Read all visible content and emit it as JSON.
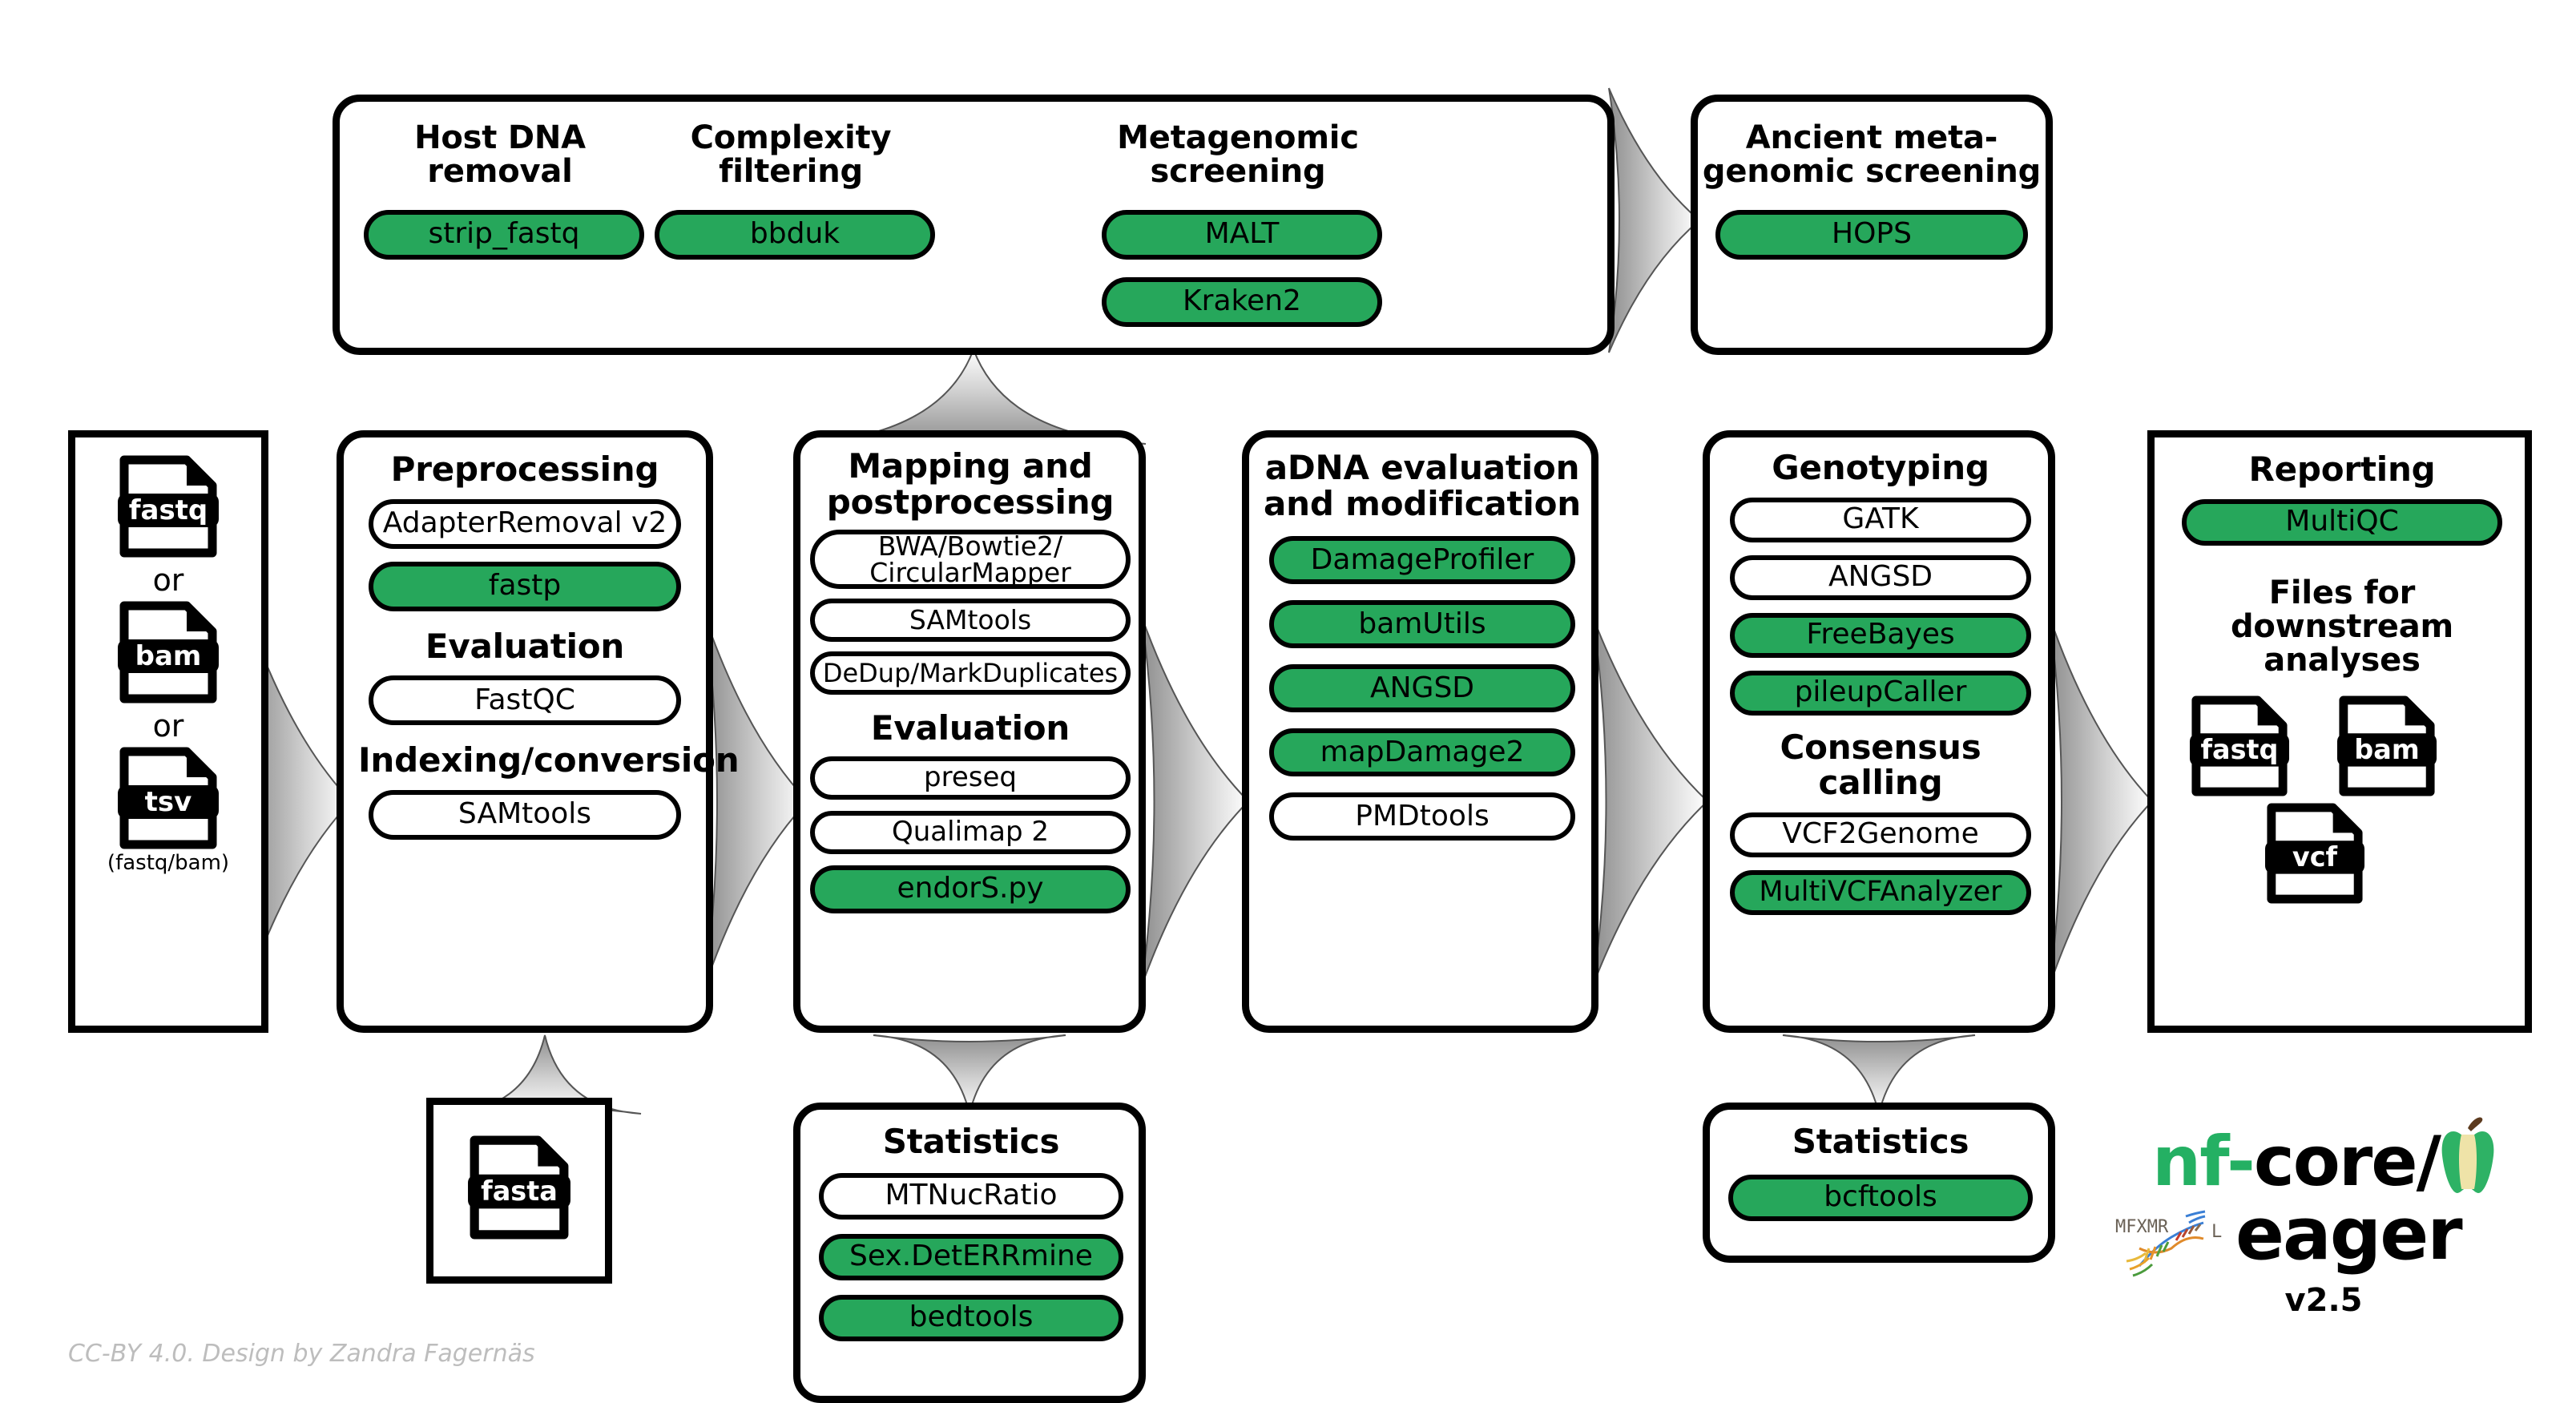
{
  "colors": {
    "green": "#26a75b",
    "logo_green": "#24b063",
    "black": "#000000",
    "credit_gray": "#bdbdbd"
  },
  "credit": "CC-BY 4.0. Design by Zandra Fagernäs",
  "logo": {
    "prefix": "nf-",
    "suffix": "core/",
    "name": "eager",
    "version": "v2.5",
    "apple_icon": "apple-core-icon",
    "dna_icon": "dna-helix-icon"
  },
  "input": {
    "files": [
      {
        "ext": "fastq",
        "icon": "fastq-file-icon"
      },
      {
        "ext": "bam",
        "icon": "bam-file-icon"
      },
      {
        "ext": "tsv",
        "icon": "tsv-file-icon"
      }
    ],
    "or_label": "or",
    "tsv_note": "(fastq/bam)"
  },
  "reference": {
    "file": {
      "ext": "fasta",
      "icon": "fasta-file-icon"
    }
  },
  "top_screening": {
    "groups": [
      {
        "title": "Host DNA\nremoval",
        "tools": [
          {
            "label": "strip_fastq",
            "green": true
          }
        ]
      },
      {
        "title": "Complexity\nfiltering",
        "tools": [
          {
            "label": "bbduk",
            "green": true
          }
        ]
      },
      {
        "title": "Metagenomic\nscreening",
        "tools": [
          {
            "label": "MALT",
            "green": true
          },
          {
            "label": "Kraken2",
            "green": true
          }
        ]
      }
    ]
  },
  "ancient_screening": {
    "title": "Ancient meta-\ngenomic screening",
    "tools": [
      {
        "label": "HOPS",
        "green": true
      }
    ]
  },
  "columns": [
    {
      "id": "preprocessing",
      "title": "Preprocessing",
      "blocks": [
        {
          "heading": null,
          "tools": [
            {
              "label": "AdapterRemoval v2",
              "green": false
            },
            {
              "label": "fastp",
              "green": true
            }
          ]
        },
        {
          "heading": "Evaluation",
          "tools": [
            {
              "label": "FastQC",
              "green": false
            }
          ]
        },
        {
          "heading": "Indexing/conversion",
          "tools": [
            {
              "label": "SAMtools",
              "green": false
            }
          ]
        }
      ]
    },
    {
      "id": "mapping",
      "title": "Mapping and\npostprocessing",
      "blocks": [
        {
          "heading": null,
          "tools": [
            {
              "label": "BWA/Bowtie2/\nCircularMapper",
              "green": false
            },
            {
              "label": "SAMtools",
              "green": false
            },
            {
              "label": "DeDup/MarkDuplicates",
              "green": false
            }
          ]
        },
        {
          "heading": "Evaluation",
          "tools": [
            {
              "label": "preseq",
              "green": false
            },
            {
              "label": "Qualimap 2",
              "green": false
            },
            {
              "label": "endorS.py",
              "green": true
            }
          ]
        }
      ]
    },
    {
      "id": "adna",
      "title": "aDNA evaluation\nand modification",
      "blocks": [
        {
          "heading": null,
          "tools": [
            {
              "label": "DamageProfiler",
              "green": true
            },
            {
              "label": "bamUtils",
              "green": true
            },
            {
              "label": "ANGSD",
              "green": true
            },
            {
              "label": "mapDamage2",
              "green": true
            },
            {
              "label": "PMDtools",
              "green": false
            }
          ]
        }
      ]
    },
    {
      "id": "genotyping",
      "title": "Genotyping",
      "blocks": [
        {
          "heading": null,
          "tools": [
            {
              "label": "GATK",
              "green": false
            },
            {
              "label": "ANGSD",
              "green": false
            },
            {
              "label": "FreeBayes",
              "green": true
            },
            {
              "label": "pileupCaller",
              "green": true
            }
          ]
        },
        {
          "heading": "Consensus calling",
          "tools": [
            {
              "label": "VCF2Genome",
              "green": false
            },
            {
              "label": "MultiVCFAnalyzer",
              "green": true
            }
          ]
        }
      ]
    }
  ],
  "reporting": {
    "title": "Reporting",
    "tools": [
      {
        "label": "MultiQC",
        "green": true
      }
    ],
    "downstream_heading": "Files for downstream\nanalyses",
    "files": [
      {
        "ext": "fastq",
        "icon": "fastq-file-icon"
      },
      {
        "ext": "bam",
        "icon": "bam-file-icon"
      },
      {
        "ext": "vcf",
        "icon": "vcf-file-icon"
      }
    ]
  },
  "stats_mapping": {
    "title": "Statistics",
    "tools": [
      {
        "label": "MTNucRatio",
        "green": false
      },
      {
        "label": "Sex.DetERRmine",
        "green": true
      },
      {
        "label": "bedtools",
        "green": true
      }
    ]
  },
  "stats_genotyping": {
    "title": "Statistics",
    "tools": [
      {
        "label": "bcftools",
        "green": true
      }
    ]
  }
}
